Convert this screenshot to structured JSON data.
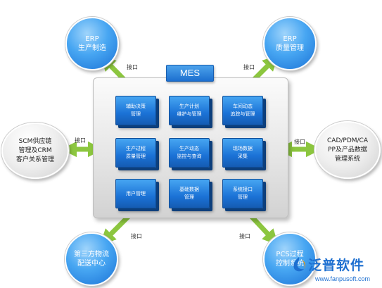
{
  "title": "MES",
  "modules": [
    {
      "lines": [
        "辅助决策",
        "管理"
      ]
    },
    {
      "lines": [
        "生产计划",
        "维护与管理"
      ]
    },
    {
      "lines": [
        "车间动态",
        "追踪与管理"
      ]
    },
    {
      "lines": [
        "生产过程",
        "质量管理"
      ]
    },
    {
      "lines": [
        "生产动态",
        "监控与查询"
      ]
    },
    {
      "lines": [
        "现场数据",
        "采集"
      ]
    },
    {
      "lines": [
        "用户管理"
      ]
    },
    {
      "lines": [
        "基础数据",
        "管理"
      ]
    },
    {
      "lines": [
        "系统接口",
        "管理"
      ]
    }
  ],
  "nodes": {
    "erp_production": {
      "lines": [
        "ERP",
        "生产制造"
      ]
    },
    "erp_quality": {
      "lines": [
        "ERP",
        "质量管理"
      ]
    },
    "scm_crm": {
      "lines": [
        "SCM供应链",
        "管理及CRM",
        "客户关系管理"
      ]
    },
    "cad_pdm": {
      "lines": [
        "CAD/PDM/CA",
        "PP及产品数据",
        "管理系统"
      ]
    },
    "logistics": {
      "lines": [
        "第三方物流",
        "配送中心"
      ]
    },
    "pcs": {
      "lines": [
        "PCS过程",
        "控制系统"
      ]
    }
  },
  "interface_label": "接口",
  "watermark": {
    "name": "泛普软件",
    "url": "www.fanpusoft.com"
  },
  "colors": {
    "arrow": "#8cc63f",
    "module": "#1b72d6",
    "title": "#1c6fcf"
  }
}
